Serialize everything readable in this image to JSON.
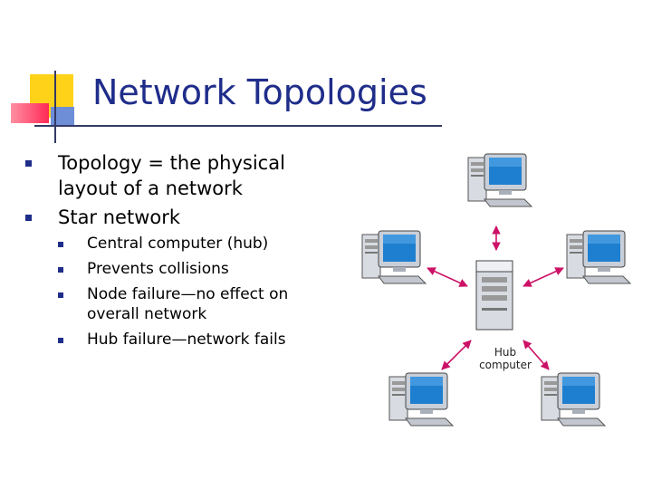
{
  "slide": {
    "title": "Network Topologies",
    "bullets": [
      {
        "text": "Topology = the physical layout of a network"
      },
      {
        "text": "Star network",
        "sub": [
          "Central computer (hub)",
          "Prevents collisions",
          "Node failure—no effect on overall network",
          "Hub failure—network fails"
        ]
      }
    ],
    "diagram": {
      "hub_label": "Hub computer"
    }
  },
  "colors": {
    "title": "#1f2d8a",
    "bullet": "#1f2d8a",
    "accent_yellow": "#ffd21a",
    "accent_red": "#ff2a55",
    "accent_blue": "#6f8ed8",
    "arrow": "#cc1166",
    "monitor_screen": "#1e7fd0"
  }
}
